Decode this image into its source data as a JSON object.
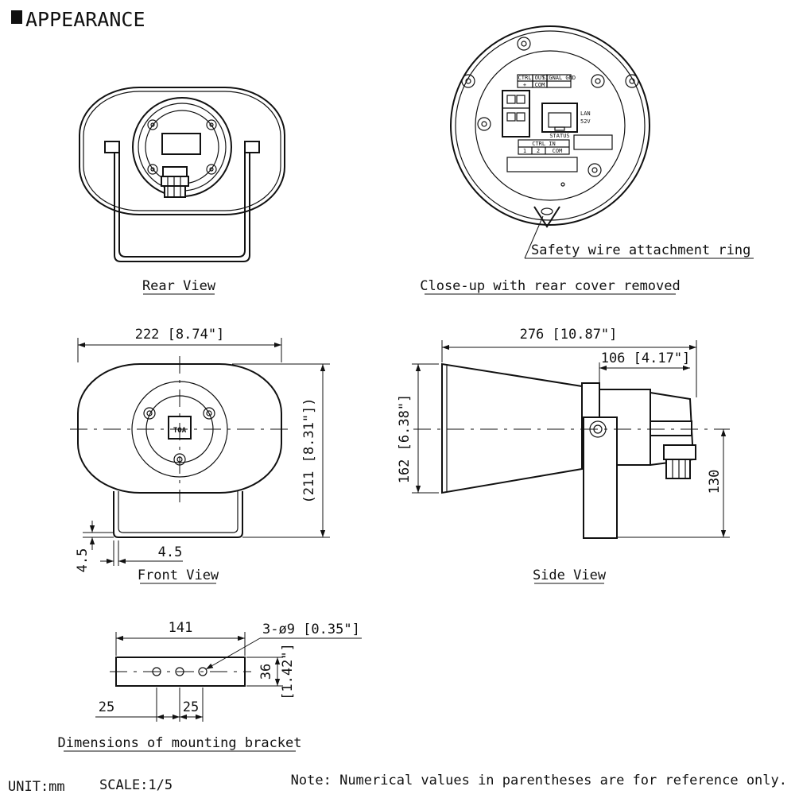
{
  "heading": "APPEARANCE",
  "views": {
    "rear": "Rear View",
    "closeup": "Close-up with rear cover removed",
    "front": "Front View",
    "side": "Side View",
    "bracket": "Dimensions of mounting bracket"
  },
  "callouts": {
    "safety_ring": "Safety wire attachment ring",
    "holes": "3-ø9 [0.35\"]"
  },
  "terminal_labels": {
    "ctrl": "CTRL",
    "out": "OUT",
    "signal_gnd": "SIGNAL GND",
    "plus": "+",
    "com": "COM",
    "lan": "LAN",
    "voltage": "52V",
    "status": "STATUS",
    "ctrl_in": "CTRL IN",
    "in1": "1",
    "in2": "2"
  },
  "dimensions": {
    "front_width": "222 [8.74\"]",
    "front_height": "(211 [8.31\"])",
    "leg_thickness_v": "4.5",
    "leg_thickness_h": "4.5",
    "side_depth": "276 [10.87\"]",
    "side_rear": "106 [4.17\"]",
    "side_height": "162 [6.38\"]",
    "side_axis": "130",
    "bracket_width": "141",
    "bracket_height_mm": "36",
    "bracket_height_in": "[1.42\"]",
    "bracket_offset": "25",
    "bracket_pitch": "25"
  },
  "footer": {
    "unit": "UNIT:mm",
    "scale": "SCALE:1/5",
    "note": "Note: Numerical values in parentheses are for reference only."
  }
}
